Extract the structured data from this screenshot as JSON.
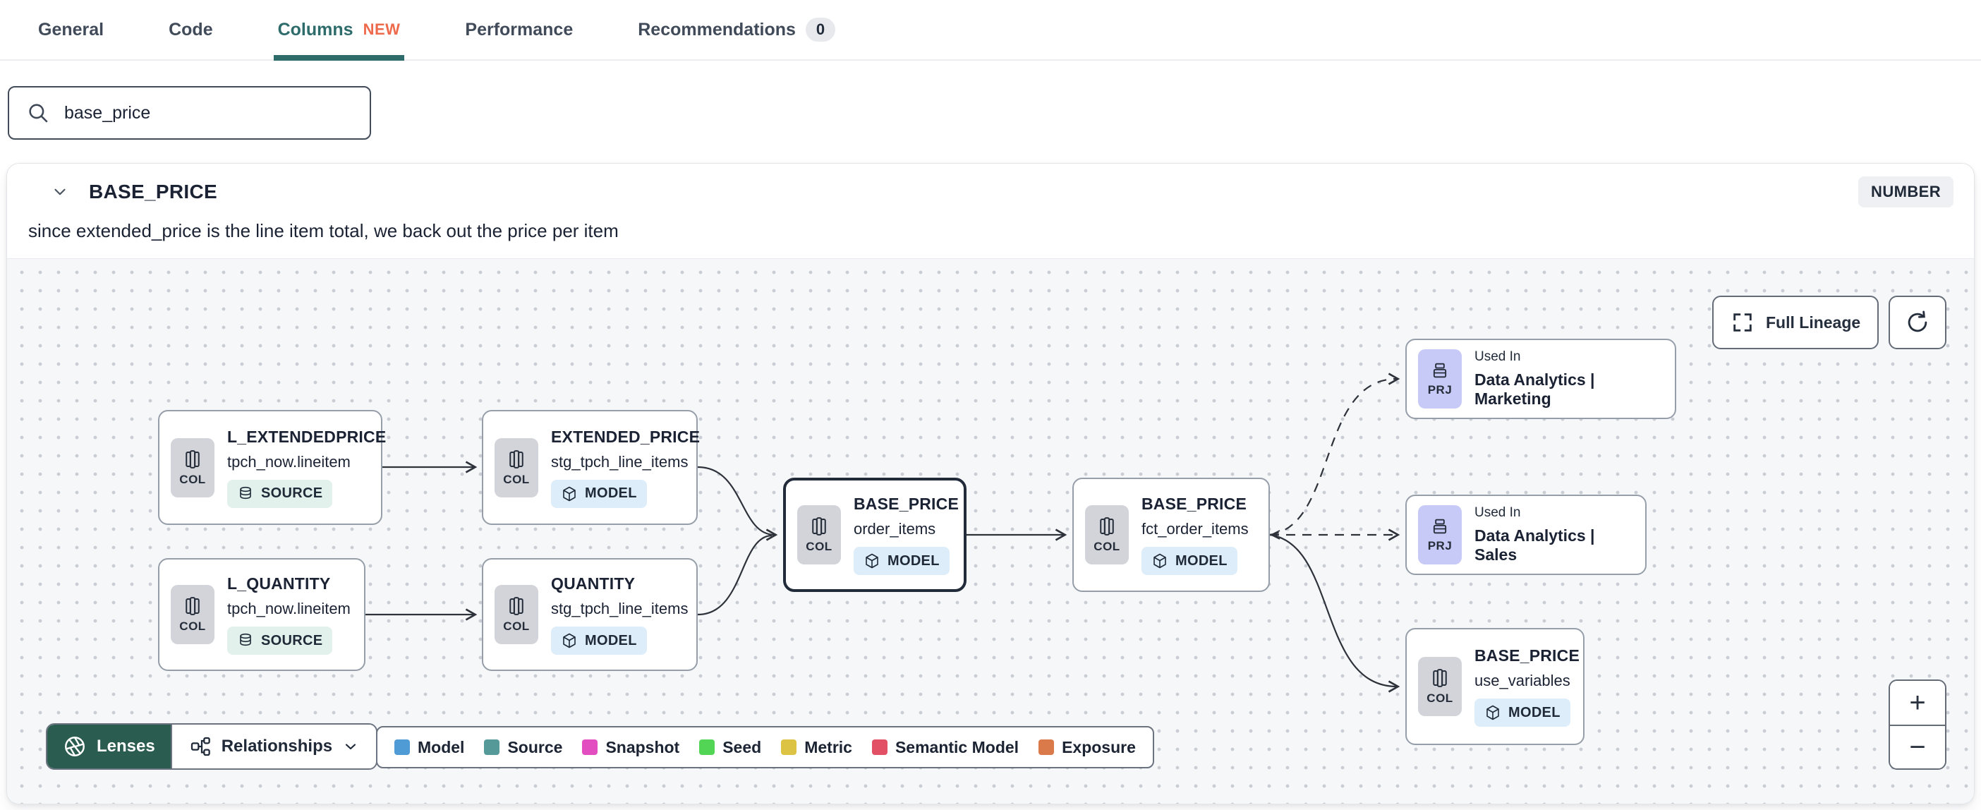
{
  "tabs": [
    {
      "label": "General",
      "active": false
    },
    {
      "label": "Code",
      "active": false
    },
    {
      "label": "Columns",
      "active": true,
      "new_badge": "NEW"
    },
    {
      "label": "Performance",
      "active": false
    },
    {
      "label": "Recommendations",
      "active": false,
      "count": "0"
    }
  ],
  "search": {
    "value": "base_price"
  },
  "column_panel": {
    "name": "BASE_PRICE",
    "type_badge": "NUMBER",
    "description": "since extended_price is the line item total, we back out the price per item"
  },
  "lineage": {
    "nodes": [
      {
        "badge": "COL",
        "title": "L_EXTENDEDPRICE",
        "subtitle": "tpch_now.lineitem",
        "resource": "SOURCE"
      },
      {
        "badge": "COL",
        "title": "EXTENDED_PRICE",
        "subtitle": "stg_tpch_line_items",
        "resource": "MODEL"
      },
      {
        "badge": "COL",
        "title": "L_QUANTITY",
        "subtitle": "tpch_now.lineitem",
        "resource": "SOURCE"
      },
      {
        "badge": "COL",
        "title": "QUANTITY",
        "subtitle": "stg_tpch_line_items",
        "resource": "MODEL"
      },
      {
        "badge": "COL",
        "title": "BASE_PRICE",
        "subtitle": "order_items",
        "resource": "MODEL",
        "selected": true
      },
      {
        "badge": "COL",
        "title": "BASE_PRICE",
        "subtitle": "fct_order_items",
        "resource": "MODEL"
      },
      {
        "badge": "COL",
        "title": "BASE_PRICE",
        "subtitle": "use_variables",
        "resource": "MODEL"
      }
    ],
    "used_in": [
      {
        "badge": "PRJ",
        "label": "Used In",
        "project": "Data Analytics | Marketing"
      },
      {
        "badge": "PRJ",
        "label": "Used In",
        "project": "Data Analytics | Sales"
      }
    ],
    "controls": {
      "full_lineage": "Full Lineage",
      "zoom_in": "+",
      "zoom_out": "−"
    },
    "toolbar": {
      "lenses": "Lenses",
      "relationships": "Relationships"
    },
    "legend": [
      {
        "label": "Model",
        "color": "#4f9bd5"
      },
      {
        "label": "Source",
        "color": "#559a98"
      },
      {
        "label": "Snapshot",
        "color": "#e24ec0"
      },
      {
        "label": "Seed",
        "color": "#52d455"
      },
      {
        "label": "Metric",
        "color": "#ddc343"
      },
      {
        "label": "Semantic Model",
        "color": "#e25065"
      },
      {
        "label": "Exposure",
        "color": "#da7a4a"
      }
    ]
  },
  "theme": {
    "active_tab": "#2e6b6b",
    "new_badge": "#ee6a4d",
    "lenses_bg": "#2b5c50",
    "col_chip_bg": "#d2d4d9",
    "prj_chip_bg": "#c7caf6",
    "source_badge_bg": "#e2f1ec",
    "model_badge_bg": "#ddedfa"
  }
}
